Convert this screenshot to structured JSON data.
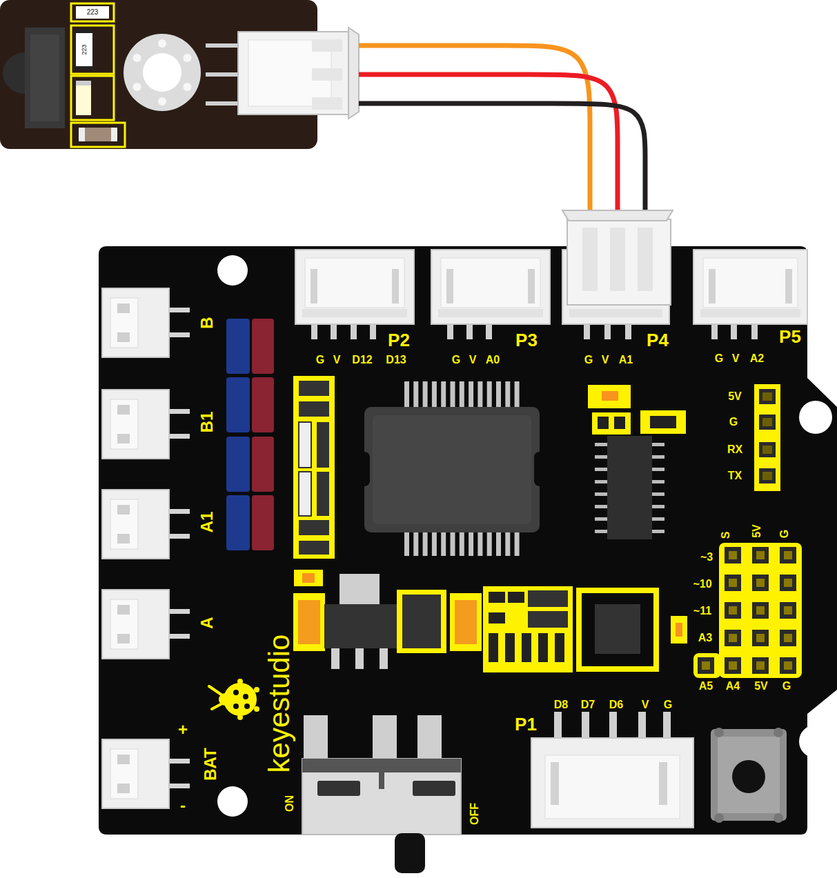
{
  "diagram": {
    "nodes": [
      {
        "text": [
          "223",
          "223"
        ]
      },
      {
        "text": [
          "keyestudio"
        ]
      },
      {
        "text": [
          "P4"
        ],
        "in": 1
      }
    ],
    "edges": [
      {
        "from": 0,
        "to": 2,
        "arrow": "none"
      }
    ],
    "labels": [
      "P2",
      "G",
      "V",
      "D12",
      "D13",
      "P3",
      "G",
      "V",
      "A0",
      "G",
      "V",
      "A1",
      "P5",
      "G",
      "V",
      "A2",
      "B",
      "B1",
      "5V",
      "G",
      "RX",
      "TX",
      "A1",
      "S",
      "5V",
      "G",
      "~3",
      "~10",
      "~11",
      "A",
      "A3",
      "A5",
      "A4",
      "5V",
      "G",
      "D8",
      "D7",
      "D6",
      "V",
      "G",
      "P1",
      "+",
      "BAT",
      "-",
      "ON",
      "OFF"
    ]
  }
}
